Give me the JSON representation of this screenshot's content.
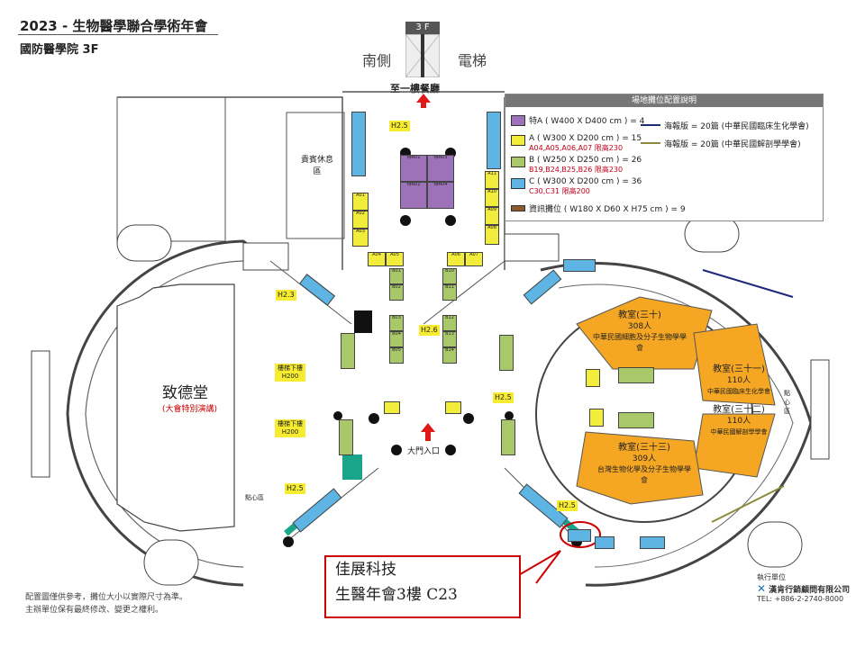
{
  "header": {
    "title": "2023 - 生物醫學聯合學術年會",
    "subtitle": "國防醫學院 3F"
  },
  "elevator": {
    "floor": "3 F",
    "south": "南側",
    "lift": "電梯"
  },
  "to_dining": "至一樓餐廳",
  "legend": {
    "heading": "場地攤位配置說明",
    "items": [
      {
        "color": "#9d72b8",
        "text": "特A ( W400 X D400 cm ) = 4",
        "sub": ""
      },
      {
        "color": "#f2ec3b",
        "text": "A ( W300 X D200 cm ) = 15",
        "sub": "A04,A05,A06,A07 限高230"
      },
      {
        "color": "#a8c86a",
        "text": "B ( W250 X D250 cm ) = 26",
        "sub": "B19,B24,B25,B26 限高230"
      },
      {
        "color": "#5eb4e2",
        "text": "C ( W300 X D200 cm ) = 36",
        "sub": "C30,C31 限高200"
      },
      {
        "color": "#8b5a2b",
        "text": "資訊攤位 ( W180 X D60 X H75 cm ) = 9",
        "sub": ""
      }
    ],
    "posters": [
      {
        "color": "#1f2b7a",
        "text": "海報版 = 20篇 (中華民國臨床生化學會)"
      },
      {
        "color": "#8a8a3a",
        "text": "海報版 = 20篇 (中華民國解剖學學會)"
      }
    ]
  },
  "areas": {
    "vip": "貴賓休息區",
    "hall_title": "致德堂",
    "hall_sub": "(大會特別演講)",
    "entrance": "大門入口",
    "snack_left": "點心區",
    "snack_right": "點心區",
    "stair_down": "樓梯下樓 H200",
    "h23": "H2.3",
    "h25a": "H2.5",
    "h25b": "H2.5",
    "h25c": "H2.5",
    "h26": "H2.6",
    "h25d": "H2.5"
  },
  "rooms": [
    {
      "name": "教室(三十)",
      "cap": "308人",
      "org": "中華民國細胞及分子生物學學會"
    },
    {
      "name": "教室(三十一)",
      "cap": "110人",
      "org": "中華民國臨床生化學會"
    },
    {
      "name": "教室(三十二)",
      "cap": "110人",
      "org": "中華民國解剖學學會"
    },
    {
      "name": "教室(三十三)",
      "cap": "309人",
      "org": "台灣生物化學及分子生物學學會"
    }
  ],
  "notes": [
    "配置圖僅供參考，攤位大小以實際尺寸為準。",
    "主辦單位保有最終修改、變更之權利。"
  ],
  "callout": {
    "line1": "佳展科技",
    "line2": "生醫年會3樓   C23"
  },
  "organizer": {
    "label": "執行單位",
    "name": "漢肯行銷顧問有限公司",
    "tel": "TEL: +886-2-2740-8000"
  },
  "booths": {
    "A_left": [
      "A01",
      "A02",
      "A03"
    ],
    "A_right": [
      "A11",
      "A10",
      "A09",
      "A08"
    ],
    "A_mid": [
      "A04",
      "A05",
      "A06",
      "A07"
    ],
    "S": [
      "特A01",
      "特A03",
      "特A02",
      "特A04"
    ],
    "B_left": [
      "B01",
      "B02",
      "B03",
      "B04",
      "B05"
    ],
    "B_right": [
      "B10",
      "B11",
      "B12",
      "B13",
      "B14"
    ]
  }
}
